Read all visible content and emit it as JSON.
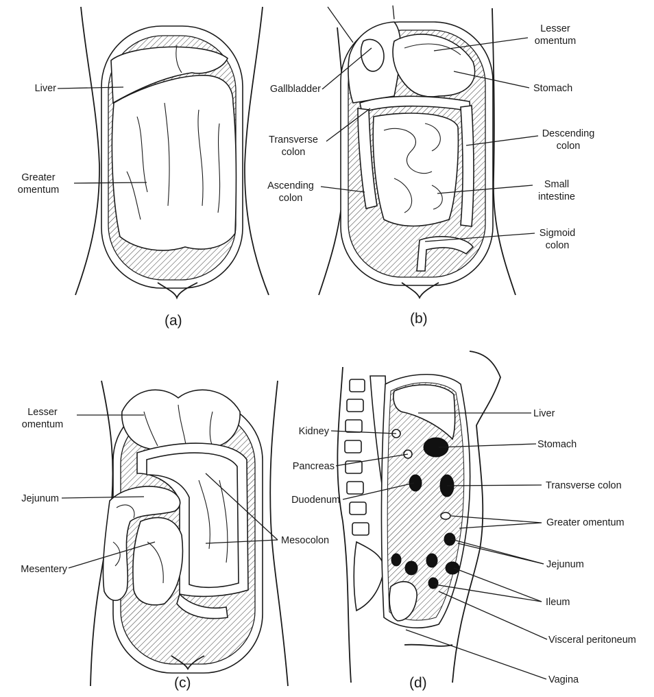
{
  "colors": {
    "ink": "#1a1a1a",
    "paper": "#ffffff"
  },
  "panels": {
    "a": {
      "caption": "(a)",
      "labels": {
        "liver": "Liver",
        "greater_omentum": "Greater\nomentum"
      }
    },
    "b": {
      "caption": "(b)",
      "labels": {
        "gallbladder": "Gallbladder",
        "transverse_colon": "Transverse\ncolon",
        "ascending_colon": "Ascending\ncolon",
        "lesser_omentum": "Lesser\nomentum",
        "stomach": "Stomach",
        "descending_colon": "Descending\ncolon",
        "small_intestine": "Small\nintestine",
        "sigmoid_colon": "Sigmoid\ncolon"
      }
    },
    "c": {
      "caption": "(c)",
      "labels": {
        "lesser_omentum": "Lesser\nomentum",
        "jejunum": "Jejunum",
        "mesentery": "Mesentery",
        "mesocolon": "Mesocolon"
      }
    },
    "d": {
      "caption": "(d)",
      "labels": {
        "kidney": "Kidney",
        "pancreas": "Pancreas",
        "duodenum": "Duodenum",
        "liver": "Liver",
        "stomach": "Stomach",
        "transverse_colon": "Transverse colon",
        "greater_omentum": "Greater omentum",
        "jejunum": "Jejunum",
        "ileum": "Ileum",
        "visceral_peritoneum": "Visceral peritoneum",
        "vagina": "Vagina"
      }
    }
  }
}
